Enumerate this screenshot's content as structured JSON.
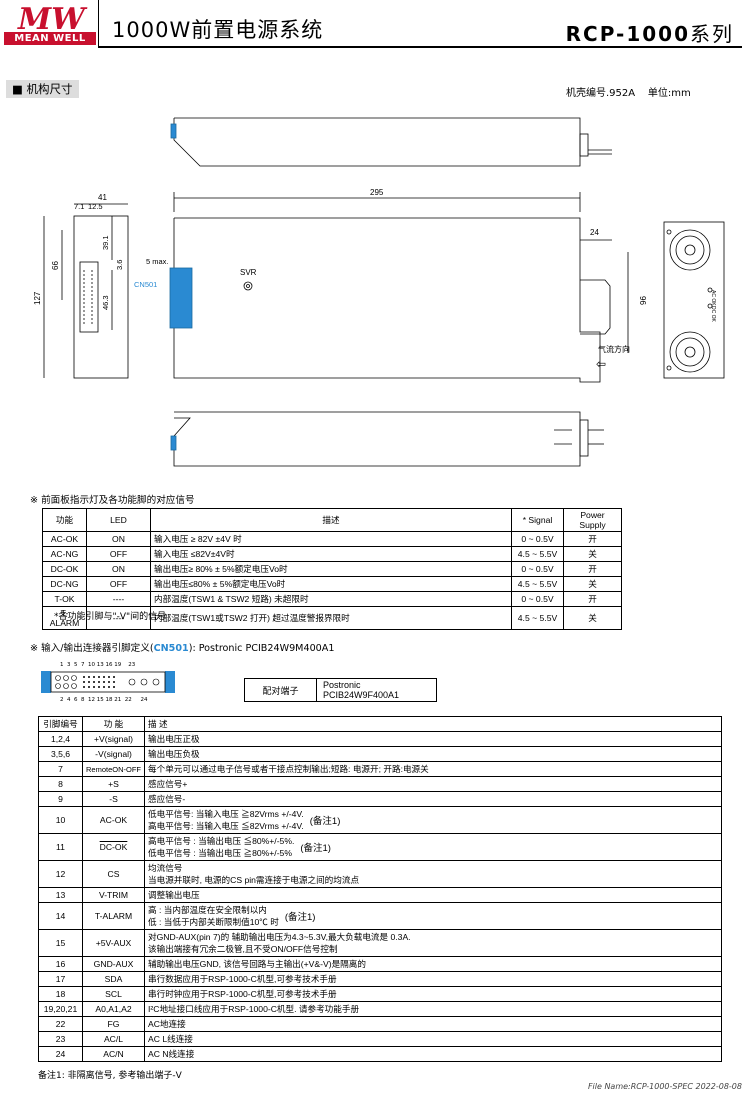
{
  "header": {
    "logo_brand": "MEAN WELL",
    "logo_mark": "MW",
    "title": "1000W前置电源系统",
    "series_model": "RCP-1000",
    "series_suffix": "系列"
  },
  "mechanical": {
    "section_title": "机构尺寸",
    "case_number": "机壳编号.952A",
    "unit": "单位:mm",
    "dims": {
      "d295": "295",
      "d41": "41",
      "d71": "7.1",
      "d125": "12.5",
      "d24": "24",
      "d66": "66",
      "d127": "127",
      "d391": "39.1",
      "d36": "3.6",
      "d463": "46.3",
      "d5max": "5 max.",
      "d96": "96"
    },
    "labels": {
      "svr": "SVR",
      "cn501": "CN501",
      "airflow": "气流方向",
      "led_labels": [
        "AC OK",
        "DC OK"
      ]
    }
  },
  "led_table": {
    "title": "※ 前面板指示灯及各功能脚的对应信号",
    "headers": [
      "功能",
      "LED",
      "描述",
      "* Signal",
      "Power Supply"
    ],
    "rows": [
      [
        "AC-OK",
        "ON",
        "输入电压 ≥ 82V ±4V  时",
        "0 ~ 0.5V",
        "开"
      ],
      [
        "AC-NG",
        "OFF",
        "输入电压 ≤82V±4V时",
        "4.5 ~ 5.5V",
        "关"
      ],
      [
        "DC-OK",
        "ON",
        "输出电压≥ 80% ± 5%额定电压Vo时",
        "0 ~ 0.5V",
        "开"
      ],
      [
        "DC-NG",
        "OFF",
        "输出电压≤80% ± 5%额定电压Vo时",
        "4.5 ~ 5.5V",
        "关"
      ],
      [
        "T-OK",
        "----",
        "内部温度(TSW1 & TSW2 短路) 未超限时",
        "0 ~ 0.5V",
        "开"
      ],
      [
        "T-ALARM",
        "----",
        "内部温度(TSW1或TSW2 打开) 超过温度警报界限时",
        "4.5 ~ 5.5V",
        "关"
      ]
    ],
    "footnote": "*各功能引脚与\"-V\"间的信号"
  },
  "connector": {
    "title_prefix": "※ 输入/输出连接器引脚定义(",
    "title_cn": "CN501",
    "title_suffix": "): Postronic PCIB24W9M400A1",
    "top_pins": "1  3  5  7  10 13 16 19    23",
    "bottom_pins": "2  4  6  8  12 15 18 21  22     24",
    "mate_label": "配对端子",
    "mate_value": "Postronic PCIB24W9F400A1"
  },
  "pin_table": {
    "headers": [
      "引脚编号",
      "功 能",
      "描 述"
    ],
    "rows": [
      {
        "pin": "1,2,4",
        "func": "+V(signal)",
        "desc": [
          "输出电压正极"
        ],
        "note": ""
      },
      {
        "pin": "3,5,6",
        "func": "-V(signal)",
        "desc": [
          "输出电压负极"
        ],
        "note": ""
      },
      {
        "pin": "7",
        "func": "RemoteON-OFF",
        "desc": [
          "每个单元可以通过电子信号或者干接点控制输出;短路: 电源开; 开路:电源关"
        ],
        "note": ""
      },
      {
        "pin": "8",
        "func": "+S",
        "desc": [
          "感应信号+"
        ],
        "note": ""
      },
      {
        "pin": "9",
        "func": "-S",
        "desc": [
          "感应信号-"
        ],
        "note": ""
      },
      {
        "pin": "10",
        "func": "AC-OK",
        "desc": [
          "低电平信号: 当输入电压 ≧82Vrms +/-4V.",
          "高电平信号: 当输入电压 ≦82Vrms +/-4V."
        ],
        "note": "(备注1)"
      },
      {
        "pin": "11",
        "func": "DC-OK",
        "desc": [
          "高电平信号 : 当输出电压 ≦80%+/-5%.",
          "低电平信号 : 当输出电压 ≧80%+/-5%"
        ],
        "note": "(备注1)"
      },
      {
        "pin": "12",
        "func": "CS",
        "desc": [
          "均流信号",
          "当电源并联时,  电源的CS pin需连接于电源之间的均流点"
        ],
        "note": ""
      },
      {
        "pin": "13",
        "func": "V-TRIM",
        "desc": [
          "调整输出电压"
        ],
        "note": ""
      },
      {
        "pin": "14",
        "func": "T-ALARM",
        "desc": [
          "高 : 当内部温度在安全限制以内",
          "低 : 当低于内部关断限制值10℃ 时"
        ],
        "note": "(备注1)"
      },
      {
        "pin": "15",
        "func": "+5V-AUX",
        "desc": [
          "对GND-AUX(pin 7)的 辅助输出电压为4.3~5.3V,最大负载电流是 0.3A.",
          "该输出端接有冗余二极管,且不受ON/OFF信号控制"
        ],
        "note": ""
      },
      {
        "pin": "16",
        "func": "GND-AUX",
        "desc": [
          "辅助输出电压GND, 该信号回路与主输出(+V&-V)是隔离的"
        ],
        "note": ""
      },
      {
        "pin": "17",
        "func": "SDA",
        "desc": [
          "串行数据应用于RSP-1000-C机型,可参考技术手册"
        ],
        "note": ""
      },
      {
        "pin": "18",
        "func": "SCL",
        "desc": [
          "串行时钟应用于RSP-1000-C机型,可参考技术手册"
        ],
        "note": ""
      },
      {
        "pin": "19,20,21",
        "func": "A0,A1,A2",
        "desc": [
          "I²C地址接口线应用于RSP-1000-C机型. 请参考功能手册"
        ],
        "note": ""
      },
      {
        "pin": "22",
        "func": "FG",
        "desc": [
          "AC地连接"
        ],
        "note": ""
      },
      {
        "pin": "23",
        "func": "AC/L",
        "desc": [
          "AC L线连接"
        ],
        "note": ""
      },
      {
        "pin": "24",
        "func": "AC/N",
        "desc": [
          "AC N线连接"
        ],
        "note": ""
      }
    ],
    "footnote": "备注1: 非隔离信号, 参考输出端子-V"
  },
  "footer": {
    "file_name": "File Name:RCP-1000-SPEC 2022-08-08"
  }
}
